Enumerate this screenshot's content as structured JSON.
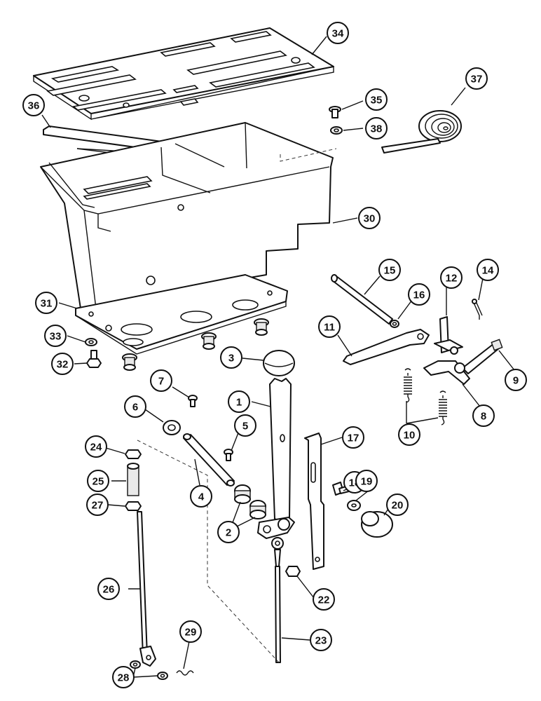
{
  "callouts": [
    "34",
    "37",
    "36",
    "35",
    "38",
    "30",
    "15",
    "12",
    "14",
    "16",
    "11",
    "31",
    "33",
    "3",
    "9",
    "32",
    "8",
    "7",
    "1",
    "10",
    "17",
    "6",
    "5",
    "24",
    "4",
    "18",
    "19",
    "25",
    "20",
    "27",
    "2",
    "22",
    "26",
    "23",
    "29",
    "28"
  ]
}
